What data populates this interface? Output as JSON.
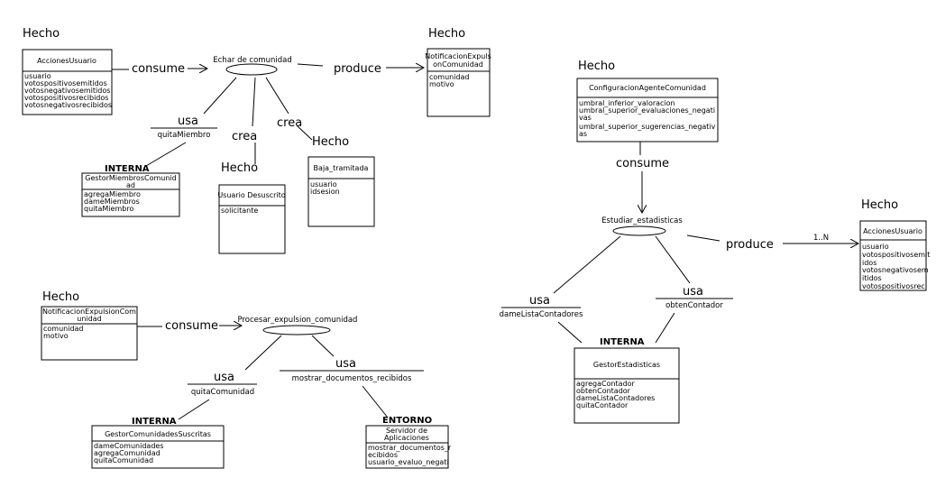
{
  "diagram1": {
    "hecho_left": "Hecho",
    "acciones": {
      "title": "AccionesUsuario",
      "attrs": [
        "usuario",
        "votospositivosemitidos",
        "votosnegativosemitidos",
        "votospositivosrecibidos",
        "votosnegativosrecibidos"
      ]
    },
    "consume": "consume",
    "task": "Echar de comunidad",
    "produce": "produce",
    "hecho_right": "Hecho",
    "notif": {
      "title": [
        "NotificacionExpuls",
        "onComunidad"
      ],
      "attrs": [
        "comunidad",
        "motivo"
      ]
    },
    "usa": "usa",
    "usa_op": "quitaMiembro",
    "crea1": "crea",
    "crea2": "crea",
    "interna": "INTERNA",
    "gestor": {
      "title": [
        "GestorMiembrosComunid",
        "ad"
      ],
      "attrs": [
        "agregaMiembro",
        "dameMiembros",
        "quitaMiembro"
      ]
    },
    "hecho_usuario": "Hecho",
    "usuario_desuscrito": {
      "title": "Usuario Desuscrito",
      "attrs": [
        "solicitante"
      ]
    },
    "hecho_baja": "Hecho",
    "baja": {
      "title": "Baja_tramitada",
      "attrs": [
        "usuario",
        "idsesion"
      ]
    }
  },
  "diagram2": {
    "hecho": "Hecho",
    "notif": {
      "title": [
        "NotificacionExpulsionCom",
        "unidad"
      ],
      "attrs": [
        "comunidad",
        "motivo"
      ]
    },
    "consume": "consume",
    "task": "Procesar_expulsion_comunidad",
    "usa1": "usa",
    "usa1_op": "quitaComunidad",
    "usa2": "usa",
    "usa2_op": "mostrar_documentos_recibidos",
    "interna": "INTERNA",
    "gestor": {
      "title": "GestorComunidadesSuscritas",
      "attrs": [
        "dameComunidades",
        "agregaComunidad",
        "quitaComunidad"
      ]
    },
    "entorno": "ENTORNO",
    "servidor": {
      "title": [
        "Servidor de",
        "Aplicaciones"
      ],
      "attrs": [
        "mostrar_documentos_r",
        "ecibidos",
        "usuario_evaluo_negati"
      ]
    }
  },
  "diagram3": {
    "hecho_config": "Hecho",
    "config": {
      "title": "ConfiguracionAgenteComunidad",
      "attrs": [
        "umbral_inferior_valoracion",
        "umbral_superior_evaluaciones_negati",
        "vas",
        "umbral_superior_sugerencias_negativ",
        "as"
      ]
    },
    "consume": "consume",
    "task": "Estudiar_estadisticas",
    "produce": "produce",
    "mult": "1..N",
    "hecho_acciones": "Hecho",
    "acciones": {
      "title": "AccionesUsuario",
      "attrs": [
        "usuario",
        "votospositivosemit",
        "idos",
        "votosnegativosem",
        "itidos",
        "votospositivosreci"
      ]
    },
    "usa1": "usa",
    "usa1_op": "dameListaContadores",
    "usa2": "usa",
    "usa2_op": "obtenContador",
    "interna": "INTERNA",
    "gestor": {
      "title": "GestorEstadisticas",
      "attrs": [
        "agregaContador",
        "obtenContador",
        "dameListaContadores",
        "quitaContador"
      ]
    }
  }
}
